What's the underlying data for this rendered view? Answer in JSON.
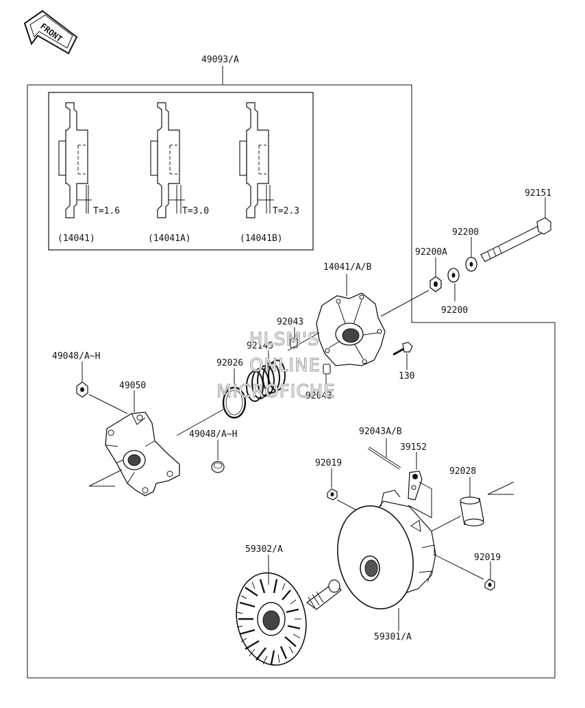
{
  "front_arrow": {
    "label": "FRONT"
  },
  "assembly": {
    "label": "49093/A"
  },
  "inset": {
    "variants": [
      {
        "name": "(14041)",
        "thickness": "T=1.6"
      },
      {
        "name": "(14041A)",
        "thickness": "T=3.0"
      },
      {
        "name": "(14041B)",
        "thickness": "T=2.3"
      }
    ]
  },
  "callouts": {
    "p92151": "92151",
    "p92200_top": "92200",
    "p92200a": "92200A",
    "p92200_bottom": "92200",
    "p14041ab": "14041/A/B",
    "p92043_top": "92043",
    "p92145": "92145",
    "p92026": "92026",
    "p92043_bottom": "92043",
    "p130": "130",
    "p49048_left": "49048/A~H",
    "p49050": "49050",
    "p49048_mid": "49048/A~H",
    "p92043ab": "92043A/B",
    "p39152": "39152",
    "p92019_left": "92019",
    "p92028": "92028",
    "p92019_right": "92019",
    "p59302a": "59302/A",
    "p59301a": "59301/A"
  },
  "watermark": {
    "line1": "HLSM'S",
    "line2": "ONLINE",
    "line3": "MICROFICHE"
  }
}
